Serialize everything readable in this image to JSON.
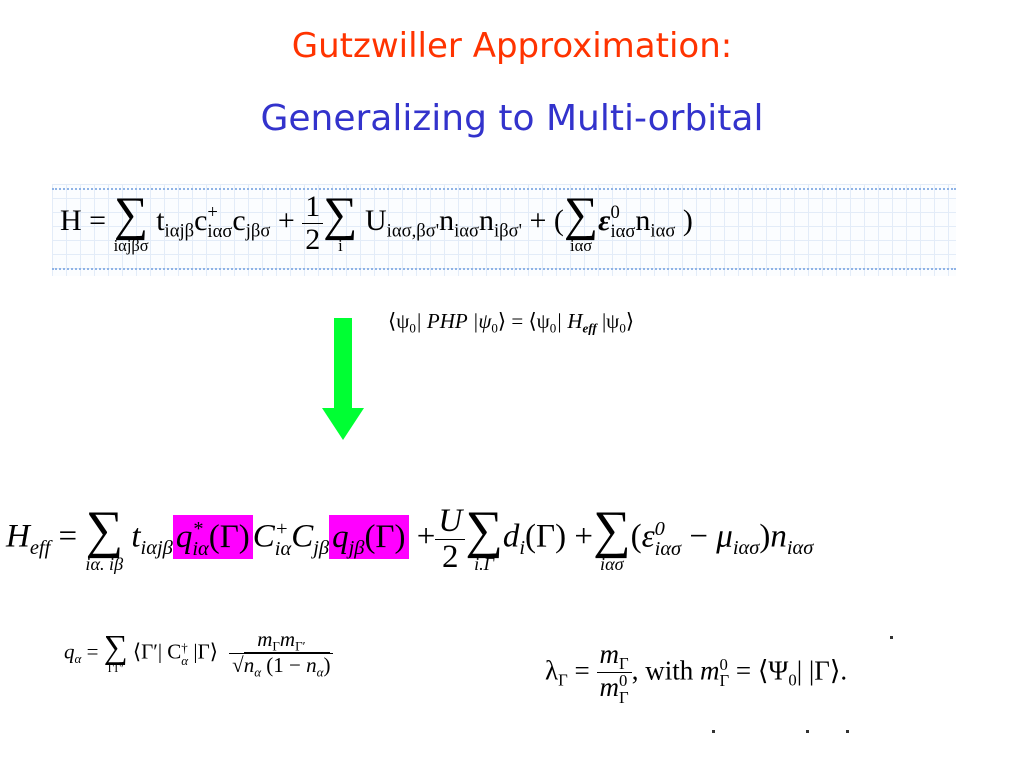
{
  "slide": {
    "title_line1": "Gutzwiller Approximation:",
    "title_line2": "Generalizing to Multi-orbital",
    "title_color1": "#ff3300",
    "title_color2": "#3333cc",
    "highlight_color": "#ff00ff",
    "arrow_color": "#00ff33",
    "arrow_icon": "arrow-down-icon"
  },
  "eq1": {
    "lhs": "H",
    "sum1_limit": "iαjβσ",
    "t_sub": "iαjβ",
    "c_dag_sub": "iασ",
    "c_sub": "jβσ",
    "frac_num": "1",
    "frac_den": "2",
    "sum2_limit": "i",
    "U_sub": "iασ,βσ'",
    "n1_sub": "iασ",
    "n2_sub": "iβσ'",
    "sum3_limit": "iασ",
    "eps_sub": "iασ",
    "eps_sup": "0",
    "n3_sub": "iασ"
  },
  "eq2": {
    "text_lhs": "⟨ψ",
    "psi_sub": "0",
    "mid_left": "| PHP |ψ",
    "mid_right": "| H",
    "heff_sub": "eff",
    "bra_close": "|ψ",
    "ket_end": "⟩"
  },
  "eq3": {
    "lhs": "H",
    "lhs_sub": "eff",
    "sum1_limit": "iα. iβ",
    "t_sub": "iαjβ",
    "q1": "q",
    "q1_sup": "*",
    "q1_sub": "iα",
    "gamma": "(Γ)",
    "C1_sup": "+",
    "C1_sub": "iα",
    "C2_sub": "jβ",
    "q2_sub": "jβ",
    "frac_num": "U",
    "frac_den": "2",
    "sum2_limit": "i.Γ",
    "d_sub": "i",
    "sum3_limit": "iασ",
    "eps_sup": "0",
    "eps_sub": "iασ",
    "mu_sub": "iασ",
    "n_sub": "iασ"
  },
  "eq4": {
    "q_sub": "α",
    "sum_limit": "ΓΓ′",
    "bra": "⟨Γ′| C",
    "c_sup": "†",
    "c_sub": "α",
    "ket": "|Γ⟩",
    "num": "m",
    "num_sub1": "Γ",
    "num_sub2": "Γ′",
    "den_n_sub": "α"
  },
  "eq5": {
    "lambda": "λ",
    "lambda_sub": "Γ",
    "num": "m",
    "num_sub": "Γ",
    "den_sup": "0",
    "den_sub": "Γ",
    "with_text": ", with",
    "m0_sup": "0",
    "m0_sub": "Γ",
    "psi_sub": "0",
    "end": "|Γ⟩."
  }
}
